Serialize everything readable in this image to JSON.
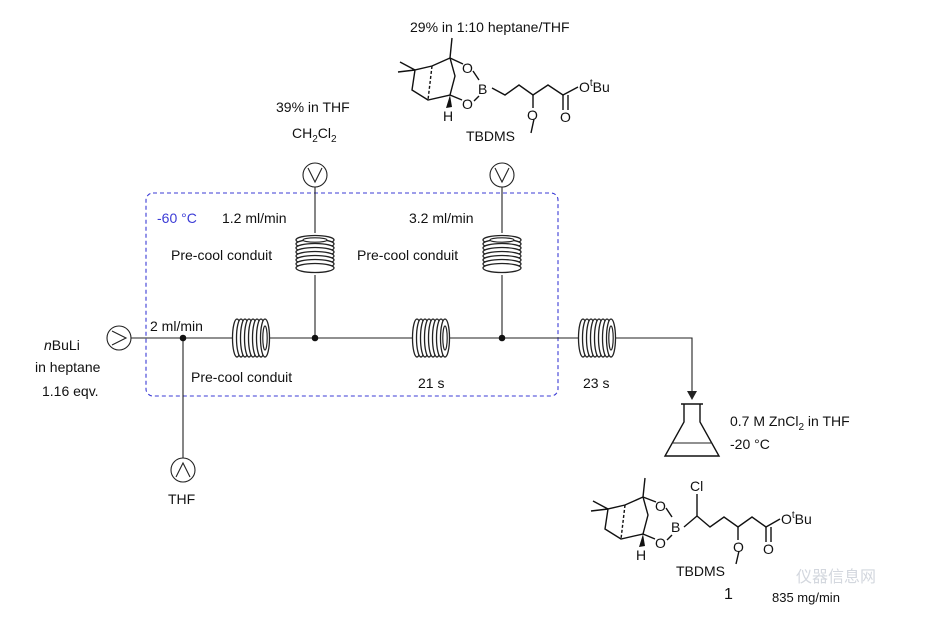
{
  "feeds": {
    "organolithium": {
      "prefix": "n",
      "name": "BuLi",
      "line2": "in heptane",
      "line3": "1.16 eqv.",
      "flow": "2 ml/min"
    },
    "thf": {
      "label": "THF"
    },
    "ch2cl2": {
      "conc": "39% in THF",
      "formula": {
        "a": "CH",
        "a_sub": "2",
        "b": "Cl",
        "b_sub": "2"
      },
      "flow": "1.2 ml/min"
    },
    "boronate": {
      "conc": "29% in 1:10 heptane/THF",
      "flow": "3.2 ml/min"
    }
  },
  "cooling_zone": {
    "temperature": "-60 °C",
    "color": "#3b3bd6"
  },
  "coils": {
    "precool_1": "Pre-cool conduit",
    "precool_2": "Pre-cool conduit",
    "precool_3": "Pre-cool conduit",
    "residence_1": "21 s",
    "residence_2": "23 s"
  },
  "quench": {
    "line1_pre": "0.7 M ZnCl",
    "line1_sub": "2",
    "line1_post": " in THF",
    "line2": "-20 °C"
  },
  "molecule_labels": {
    "o": "O",
    "b": "B",
    "h": "H",
    "cl": "Cl",
    "t": "t",
    "bu": "Bu",
    "tbdms": "TBDMS"
  },
  "product": {
    "number": "1",
    "throughput": "835 mg/min"
  },
  "watermark": "仪器信息网"
}
